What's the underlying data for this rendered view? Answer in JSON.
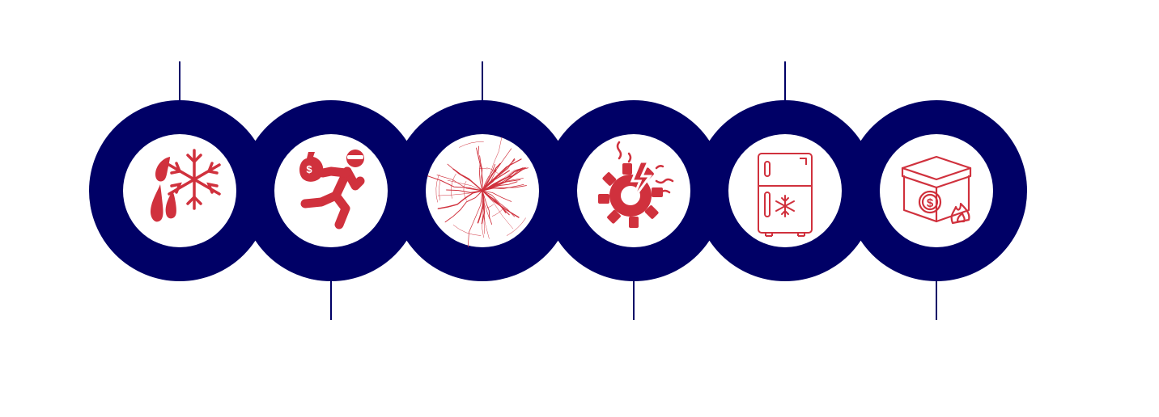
{
  "colors": {
    "ring": "#000066",
    "icon": "#d0313d",
    "background": "#ffffff"
  },
  "steps": [
    {
      "icon": "water-freeze-icon",
      "connector": "top"
    },
    {
      "icon": "burglar-icon",
      "connector": "bottom"
    },
    {
      "icon": "broken-glass-icon",
      "connector": "top"
    },
    {
      "icon": "mechanical-breakdown-icon",
      "connector": "bottom"
    },
    {
      "icon": "refrigerator-icon",
      "connector": "top"
    },
    {
      "icon": "money-box-fire-icon",
      "connector": "bottom"
    }
  ]
}
